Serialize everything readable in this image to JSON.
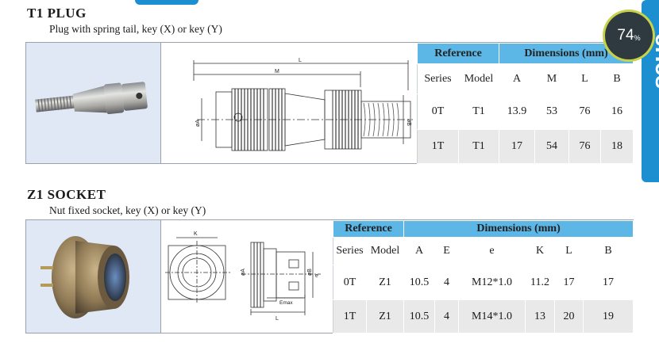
{
  "side_tab": {
    "text": "eries"
  },
  "progress_badge": {
    "value": "74",
    "unit": "%"
  },
  "t1": {
    "title": "T1 PLUG",
    "subtitle": "Plug with spring tail, key (X) or key (Y)",
    "header": {
      "reference": "Reference",
      "dimensions": "Dimensions (mm)"
    },
    "columns": [
      "Series",
      "Model",
      "A",
      "M",
      "L",
      "B"
    ],
    "rows": [
      [
        "0T",
        "T1",
        "13.9",
        "53",
        "76",
        "16"
      ],
      [
        "1T",
        "T1",
        "17",
        "54",
        "76",
        "18"
      ]
    ],
    "drawing_labels": {
      "L": "L",
      "M": "M",
      "A": "øA",
      "B": "øB"
    }
  },
  "z1": {
    "title": "Z1 SOCKET",
    "subtitle": "Nut fixed socket, key (X) or key (Y)",
    "header": {
      "reference": "Reference",
      "dimensions": "Dimensions (mm)"
    },
    "columns": [
      "Series",
      "Model",
      "A",
      "E",
      "e",
      "K",
      "L",
      "B"
    ],
    "rows": [
      [
        "0T",
        "Z1",
        "10.5",
        "4",
        "M12*1.0",
        "11.2",
        "17",
        "17"
      ],
      [
        "1T",
        "Z1",
        "10.5",
        "4",
        "M14*1.0",
        "13",
        "20",
        "19"
      ]
    ],
    "drawing_labels": {
      "K": "K",
      "A": "øA",
      "B": "øB",
      "e": "e",
      "Emax": "Emax",
      "L": "L"
    }
  }
}
